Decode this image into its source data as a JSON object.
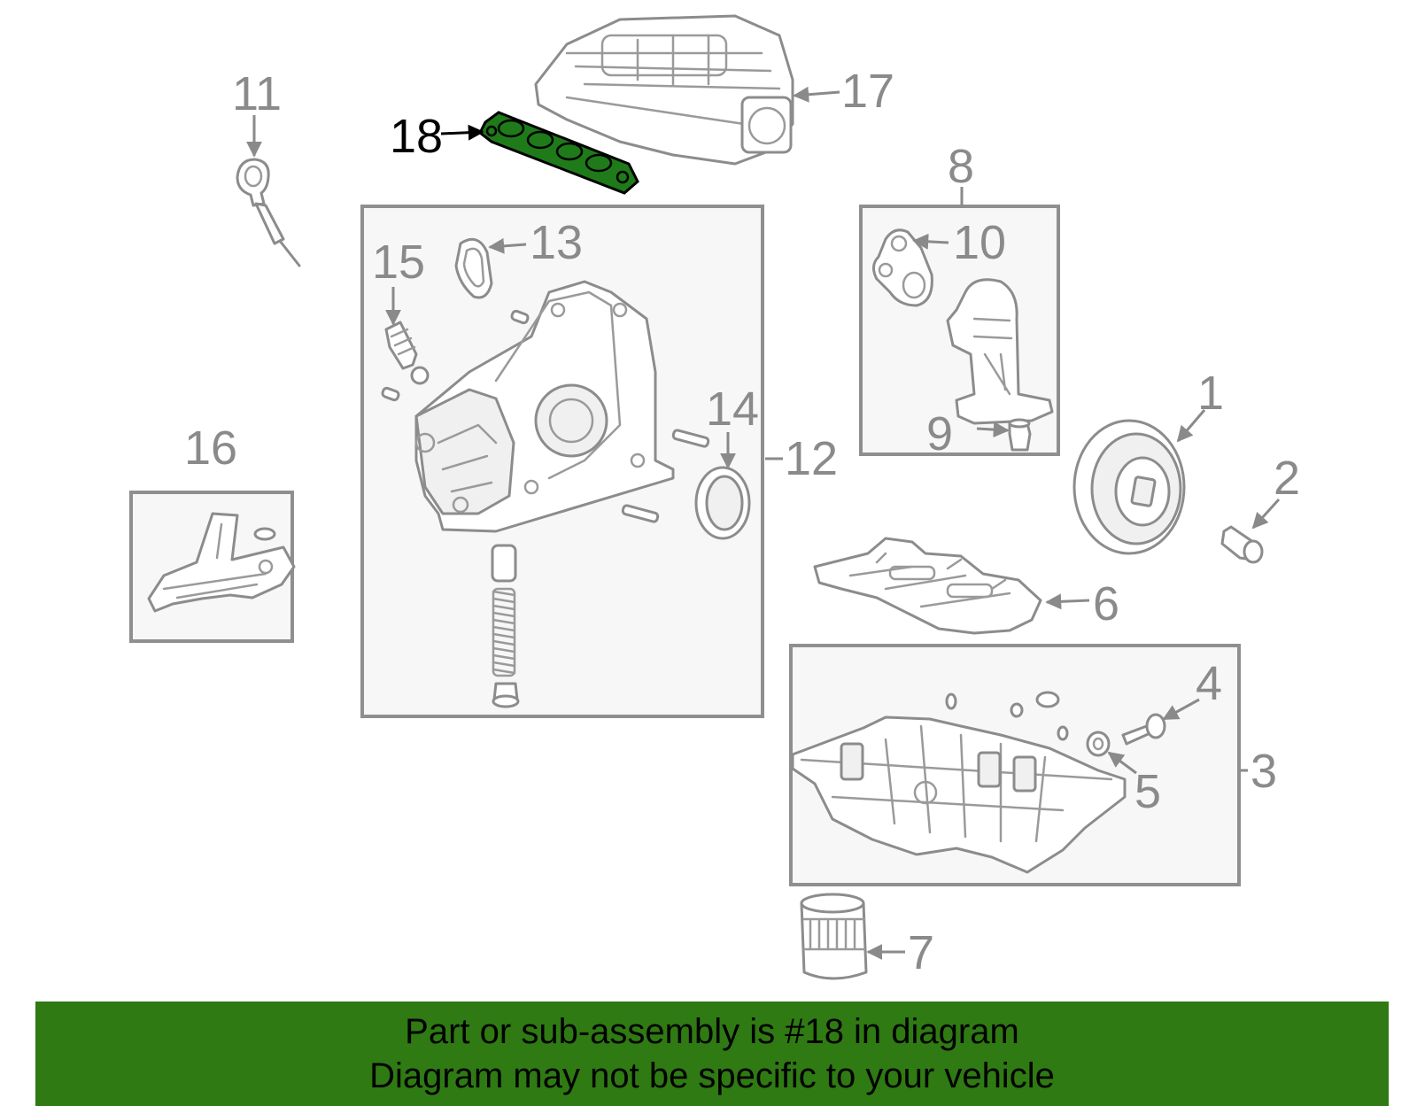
{
  "diagram": {
    "highlight_color": "#1f7a1a",
    "callouts": [
      "1",
      "2",
      "3",
      "4",
      "5",
      "6",
      "7",
      "8",
      "9",
      "10",
      "11",
      "12",
      "13",
      "14",
      "15",
      "16",
      "17",
      "18"
    ],
    "highlighted_callout": "18"
  },
  "banner": {
    "background": "#2f7a13",
    "line1": "Part or sub-assembly is #18 in diagram",
    "line2": "Diagram may not be specific to your vehicle"
  }
}
